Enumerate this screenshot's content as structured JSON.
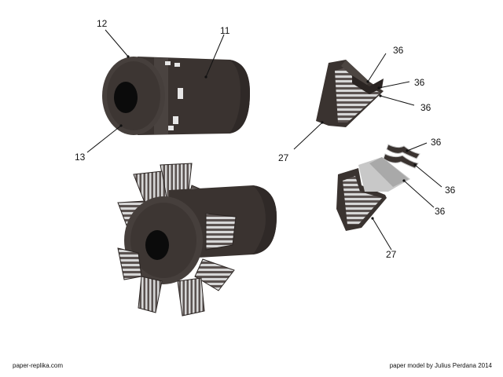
{
  "colors": {
    "background": "#ffffff",
    "part_dark": "#3a3330",
    "part_shade": "#2a2422",
    "part_light": "#4c4541",
    "hole": "#0b0b0b",
    "rib_light": "#d6d6d6",
    "rib_dark": "#5a5250",
    "leader": "#111111"
  },
  "labels": {
    "l12": "12",
    "l11": "11",
    "l13": "13",
    "l27_top": "27",
    "l36_a": "36",
    "l36_b": "36",
    "l36_c": "36",
    "l36_d": "36",
    "l36_e": "36",
    "l36_f": "36",
    "l27_bottom": "27"
  },
  "footer": {
    "left": "paper-replika.com",
    "right": "paper model by Julius Perdana 2014"
  },
  "icons": {
    "cylinder_part": "cylinder-icon",
    "gear_assembly": "finned-cylinder-icon",
    "cone_part": "cone-icon"
  }
}
